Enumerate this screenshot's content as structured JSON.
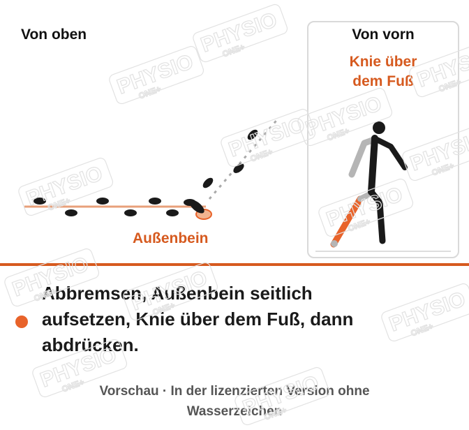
{
  "views": {
    "top_title": "Von oben",
    "front_title": "Von vorn",
    "front_note_line1": "Knie über",
    "front_note_line2": "dem Fuß",
    "outer_leg_label": "Außenbein"
  },
  "instruction": {
    "text": "Abbremsen, Außenbein seitlich aufsetzen, Knie über dem Fuß, dann abdrücken."
  },
  "footer": {
    "line1": "Vorschau · In der lizenzierten Version ohne",
    "line2": "Wasserzeichen"
  },
  "watermark": {
    "main": "PHYSIO",
    "sub": "ONE+"
  },
  "colors": {
    "accent": "#d65a1f",
    "bullet": "#e8632a",
    "footprint": "#1a1a1a",
    "figure_back_limb": "#b5b5b5"
  }
}
